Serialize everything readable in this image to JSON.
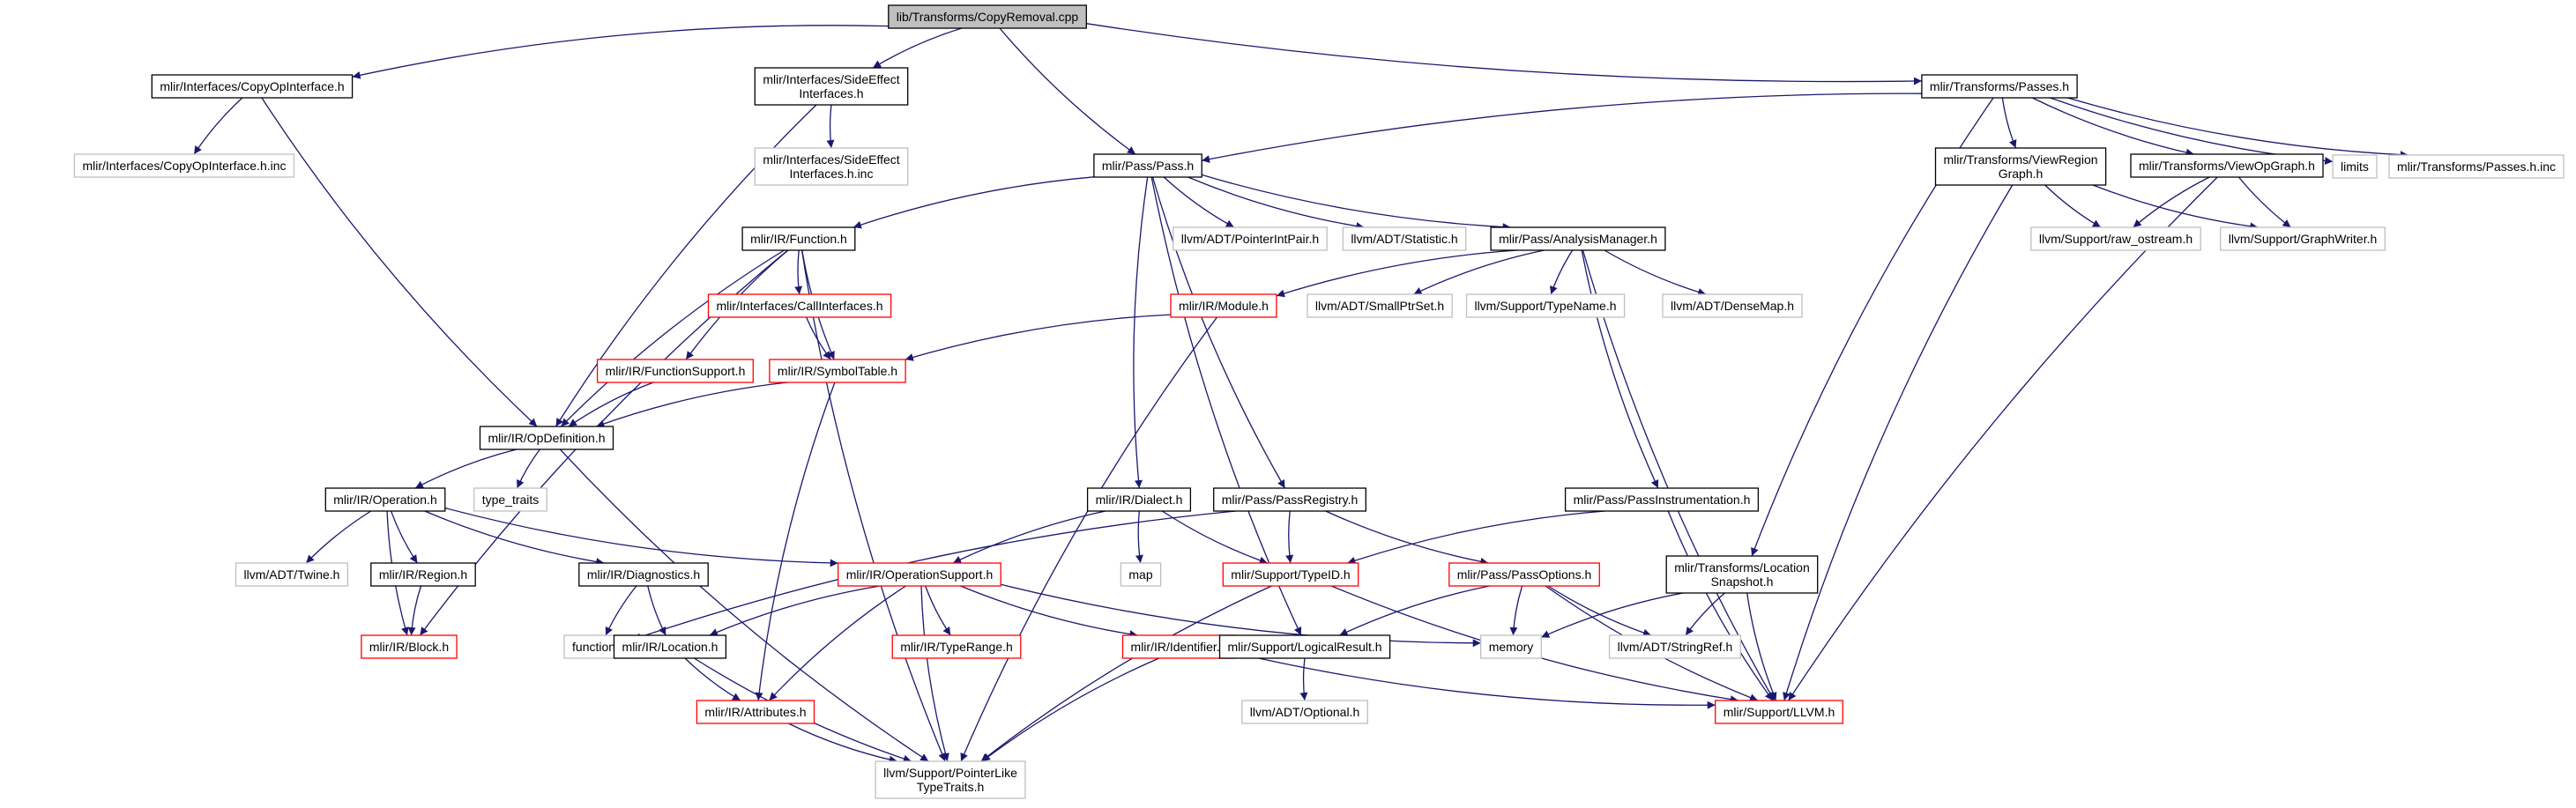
{
  "colors": {
    "edge": "#191970",
    "border_documented": "#000000",
    "border_external": "#bfbfbf",
    "border_truncated": "#ff0000",
    "fill_root": "#bfbfbf",
    "fill_node": "#ffffff"
  },
  "nodes": [
    {
      "id": "copy_removal",
      "lines": [
        "lib/Transforms/CopyRemoval.cpp"
      ],
      "kind": "root"
    },
    {
      "id": "copy_op_interface",
      "lines": [
        "mlir/Interfaces/CopyOpInterface.h"
      ],
      "kind": "documented"
    },
    {
      "id": "side_effect_interfaces",
      "lines": [
        "mlir/Interfaces/SideEffect",
        "Interfaces.h"
      ],
      "kind": "documented"
    },
    {
      "id": "transforms_passes",
      "lines": [
        "mlir/Transforms/Passes.h"
      ],
      "kind": "documented"
    },
    {
      "id": "copy_op_interface_inc",
      "lines": [
        "mlir/Interfaces/CopyOpInterface.h.inc"
      ],
      "kind": "external"
    },
    {
      "id": "side_effect_interfaces_inc",
      "lines": [
        "mlir/Interfaces/SideEffect",
        "Interfaces.h.inc"
      ],
      "kind": "external"
    },
    {
      "id": "pass_h",
      "lines": [
        "mlir/Pass/Pass.h"
      ],
      "kind": "documented"
    },
    {
      "id": "view_region_graph",
      "lines": [
        "mlir/Transforms/ViewRegion",
        "Graph.h"
      ],
      "kind": "documented"
    },
    {
      "id": "view_op_graph",
      "lines": [
        "mlir/Transforms/ViewOpGraph.h"
      ],
      "kind": "documented"
    },
    {
      "id": "limits",
      "lines": [
        "limits"
      ],
      "kind": "external"
    },
    {
      "id": "transforms_passes_inc",
      "lines": [
        "mlir/Transforms/Passes.h.inc"
      ],
      "kind": "external"
    },
    {
      "id": "function_h",
      "lines": [
        "mlir/IR/Function.h"
      ],
      "kind": "documented"
    },
    {
      "id": "pointer_int_pair",
      "lines": [
        "llvm/ADT/PointerIntPair.h"
      ],
      "kind": "external"
    },
    {
      "id": "statistic",
      "lines": [
        "llvm/ADT/Statistic.h"
      ],
      "kind": "external"
    },
    {
      "id": "analysis_manager",
      "lines": [
        "mlir/Pass/AnalysisManager.h"
      ],
      "kind": "documented"
    },
    {
      "id": "raw_ostream",
      "lines": [
        "llvm/Support/raw_ostream.h"
      ],
      "kind": "external"
    },
    {
      "id": "graph_writer",
      "lines": [
        "llvm/Support/GraphWriter.h"
      ],
      "kind": "external"
    },
    {
      "id": "call_interfaces",
      "lines": [
        "mlir/Interfaces/CallInterfaces.h"
      ],
      "kind": "truncated"
    },
    {
      "id": "module_h",
      "lines": [
        "mlir/IR/Module.h"
      ],
      "kind": "truncated"
    },
    {
      "id": "small_ptr_set",
      "lines": [
        "llvm/ADT/SmallPtrSet.h"
      ],
      "kind": "external"
    },
    {
      "id": "type_name",
      "lines": [
        "llvm/Support/TypeName.h"
      ],
      "kind": "external"
    },
    {
      "id": "dense_map",
      "lines": [
        "llvm/ADT/DenseMap.h"
      ],
      "kind": "external"
    },
    {
      "id": "function_support",
      "lines": [
        "mlir/IR/FunctionSupport.h"
      ],
      "kind": "truncated"
    },
    {
      "id": "symbol_table",
      "lines": [
        "mlir/IR/SymbolTable.h"
      ],
      "kind": "truncated"
    },
    {
      "id": "op_definition",
      "lines": [
        "mlir/IR/OpDefinition.h"
      ],
      "kind": "documented"
    },
    {
      "id": "type_traits",
      "lines": [
        "type_traits"
      ],
      "kind": "external"
    },
    {
      "id": "operation_h",
      "lines": [
        "mlir/IR/Operation.h"
      ],
      "kind": "documented"
    },
    {
      "id": "dialect_h",
      "lines": [
        "mlir/IR/Dialect.h"
      ],
      "kind": "documented"
    },
    {
      "id": "pass_registry",
      "lines": [
        "mlir/Pass/PassRegistry.h"
      ],
      "kind": "documented"
    },
    {
      "id": "pass_instrumentation",
      "lines": [
        "mlir/Pass/PassInstrumentation.h"
      ],
      "kind": "documented"
    },
    {
      "id": "twine",
      "lines": [
        "llvm/ADT/Twine.h"
      ],
      "kind": "external"
    },
    {
      "id": "region_h",
      "lines": [
        "mlir/IR/Region.h"
      ],
      "kind": "documented"
    },
    {
      "id": "diagnostics",
      "lines": [
        "mlir/IR/Diagnostics.h"
      ],
      "kind": "documented"
    },
    {
      "id": "operation_support",
      "lines": [
        "mlir/IR/OperationSupport.h"
      ],
      "kind": "truncated"
    },
    {
      "id": "map",
      "lines": [
        "map"
      ],
      "kind": "external"
    },
    {
      "id": "type_id",
      "lines": [
        "mlir/Support/TypeID.h"
      ],
      "kind": "truncated"
    },
    {
      "id": "pass_options",
      "lines": [
        "mlir/Pass/PassOptions.h"
      ],
      "kind": "truncated"
    },
    {
      "id": "location_snapshot",
      "lines": [
        "mlir/Transforms/Location",
        "Snapshot.h"
      ],
      "kind": "documented"
    },
    {
      "id": "block_h",
      "lines": [
        "mlir/IR/Block.h"
      ],
      "kind": "truncated"
    },
    {
      "id": "functional",
      "lines": [
        "functional"
      ],
      "kind": "external"
    },
    {
      "id": "location_h",
      "lines": [
        "mlir/IR/Location.h"
      ],
      "kind": "documented"
    },
    {
      "id": "type_range",
      "lines": [
        "mlir/IR/TypeRange.h"
      ],
      "kind": "truncated"
    },
    {
      "id": "identifier",
      "lines": [
        "mlir/IR/Identifier.h"
      ],
      "kind": "truncated"
    },
    {
      "id": "logical_result",
      "lines": [
        "mlir/Support/LogicalResult.h"
      ],
      "kind": "documented"
    },
    {
      "id": "memory",
      "lines": [
        "memory"
      ],
      "kind": "external"
    },
    {
      "id": "string_ref",
      "lines": [
        "llvm/ADT/StringRef.h"
      ],
      "kind": "external"
    },
    {
      "id": "attributes",
      "lines": [
        "mlir/IR/Attributes.h"
      ],
      "kind": "truncated"
    },
    {
      "id": "optional",
      "lines": [
        "llvm/ADT/Optional.h"
      ],
      "kind": "external"
    },
    {
      "id": "support_llvm",
      "lines": [
        "mlir/Support/LLVM.h"
      ],
      "kind": "truncated"
    },
    {
      "id": "pointer_like_type_traits",
      "lines": [
        "llvm/Support/PointerLike",
        "TypeTraits.h"
      ],
      "kind": "external"
    }
  ],
  "edges": [
    [
      "copy_removal",
      "copy_op_interface"
    ],
    [
      "copy_removal",
      "side_effect_interfaces"
    ],
    [
      "copy_removal",
      "pass_h"
    ],
    [
      "copy_removal",
      "transforms_passes"
    ],
    [
      "copy_op_interface",
      "copy_op_interface_inc"
    ],
    [
      "copy_op_interface",
      "op_definition"
    ],
    [
      "side_effect_interfaces",
      "side_effect_interfaces_inc"
    ],
    [
      "side_effect_interfaces",
      "op_definition"
    ],
    [
      "transforms_passes",
      "pass_h"
    ],
    [
      "transforms_passes",
      "view_region_graph"
    ],
    [
      "transforms_passes",
      "view_op_graph"
    ],
    [
      "transforms_passes",
      "limits"
    ],
    [
      "transforms_passes",
      "transforms_passes_inc"
    ],
    [
      "transforms_passes",
      "location_snapshot"
    ],
    [
      "pass_h",
      "function_h"
    ],
    [
      "pass_h",
      "pointer_int_pair"
    ],
    [
      "pass_h",
      "statistic"
    ],
    [
      "pass_h",
      "analysis_manager"
    ],
    [
      "pass_h",
      "dialect_h"
    ],
    [
      "pass_h",
      "pass_registry"
    ],
    [
      "pass_h",
      "logical_result"
    ],
    [
      "view_region_graph",
      "raw_ostream"
    ],
    [
      "view_region_graph",
      "graph_writer"
    ],
    [
      "view_region_graph",
      "support_llvm"
    ],
    [
      "view_op_graph",
      "raw_ostream"
    ],
    [
      "view_op_graph",
      "graph_writer"
    ],
    [
      "view_op_graph",
      "support_llvm"
    ],
    [
      "function_h",
      "call_interfaces"
    ],
    [
      "function_h",
      "function_support"
    ],
    [
      "function_h",
      "symbol_table"
    ],
    [
      "function_h",
      "op_definition"
    ],
    [
      "function_h",
      "block_h"
    ],
    [
      "function_h",
      "pointer_like_type_traits"
    ],
    [
      "analysis_manager",
      "module_h"
    ],
    [
      "analysis_manager",
      "small_ptr_set"
    ],
    [
      "analysis_manager",
      "type_name"
    ],
    [
      "analysis_manager",
      "dense_map"
    ],
    [
      "analysis_manager",
      "pass_instrumentation"
    ],
    [
      "analysis_manager",
      "support_llvm"
    ],
    [
      "call_interfaces",
      "symbol_table"
    ],
    [
      "module_h",
      "symbol_table"
    ],
    [
      "module_h",
      "pointer_like_type_traits"
    ],
    [
      "function_support",
      "op_definition"
    ],
    [
      "symbol_table",
      "op_definition"
    ],
    [
      "symbol_table",
      "attributes"
    ],
    [
      "op_definition",
      "operation_h"
    ],
    [
      "op_definition",
      "type_traits"
    ],
    [
      "op_definition",
      "pointer_like_type_traits"
    ],
    [
      "operation_h",
      "twine"
    ],
    [
      "operation_h",
      "region_h"
    ],
    [
      "operation_h",
      "diagnostics"
    ],
    [
      "operation_h",
      "operation_support"
    ],
    [
      "operation_h",
      "block_h"
    ],
    [
      "region_h",
      "block_h"
    ],
    [
      "dialect_h",
      "map"
    ],
    [
      "dialect_h",
      "type_id"
    ],
    [
      "dialect_h",
      "operation_support"
    ],
    [
      "pass_registry",
      "type_id"
    ],
    [
      "pass_registry",
      "pass_options"
    ],
    [
      "pass_registry",
      "functional"
    ],
    [
      "pass_instrumentation",
      "type_id"
    ],
    [
      "pass_instrumentation",
      "support_llvm"
    ],
    [
      "diagnostics",
      "location_h"
    ],
    [
      "diagnostics",
      "functional"
    ],
    [
      "operation_support",
      "location_h"
    ],
    [
      "operation_support",
      "type_range"
    ],
    [
      "operation_support",
      "identifier"
    ],
    [
      "operation_support",
      "attributes"
    ],
    [
      "operation_support",
      "memory"
    ],
    [
      "operation_support",
      "pointer_like_type_traits"
    ],
    [
      "type_id",
      "support_llvm"
    ],
    [
      "type_id",
      "pointer_like_type_traits"
    ],
    [
      "pass_options",
      "logical_result"
    ],
    [
      "pass_options",
      "memory"
    ],
    [
      "pass_options",
      "string_ref"
    ],
    [
      "pass_options",
      "support_llvm"
    ],
    [
      "location_snapshot",
      "memory"
    ],
    [
      "location_snapshot",
      "string_ref"
    ],
    [
      "location_snapshot",
      "support_llvm"
    ],
    [
      "location_h",
      "attributes"
    ],
    [
      "location_h",
      "pointer_like_type_traits"
    ],
    [
      "identifier",
      "support_llvm"
    ],
    [
      "identifier",
      "pointer_like_type_traits"
    ],
    [
      "logical_result",
      "optional"
    ],
    [
      "attributes",
      "pointer_like_type_traits"
    ]
  ]
}
